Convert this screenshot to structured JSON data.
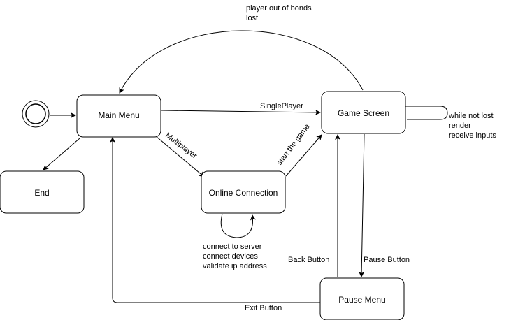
{
  "colors": {
    "stroke": "#000000",
    "fill": "#ffffff",
    "background": "#ffffff"
  },
  "diagram": {
    "states": {
      "main_menu": "Main Menu",
      "end": "End",
      "online_connection": "Online Connection",
      "game_screen": "Game Screen",
      "pause_menu": "Pause Menu"
    },
    "transitions": {
      "player_lost": [
        "player out of bonds",
        "lost"
      ],
      "singleplayer": "SinglePlayer",
      "multiplayer": "Multiplayer",
      "start_game": "start the game",
      "online_self": [
        "connect to server",
        "connect devices",
        "validate ip address"
      ],
      "game_self": [
        "while not lost",
        "render",
        "receive inputs"
      ],
      "back_button": "Back Button",
      "pause_button": "Pause Button",
      "exit_button": "Exit Button"
    }
  }
}
